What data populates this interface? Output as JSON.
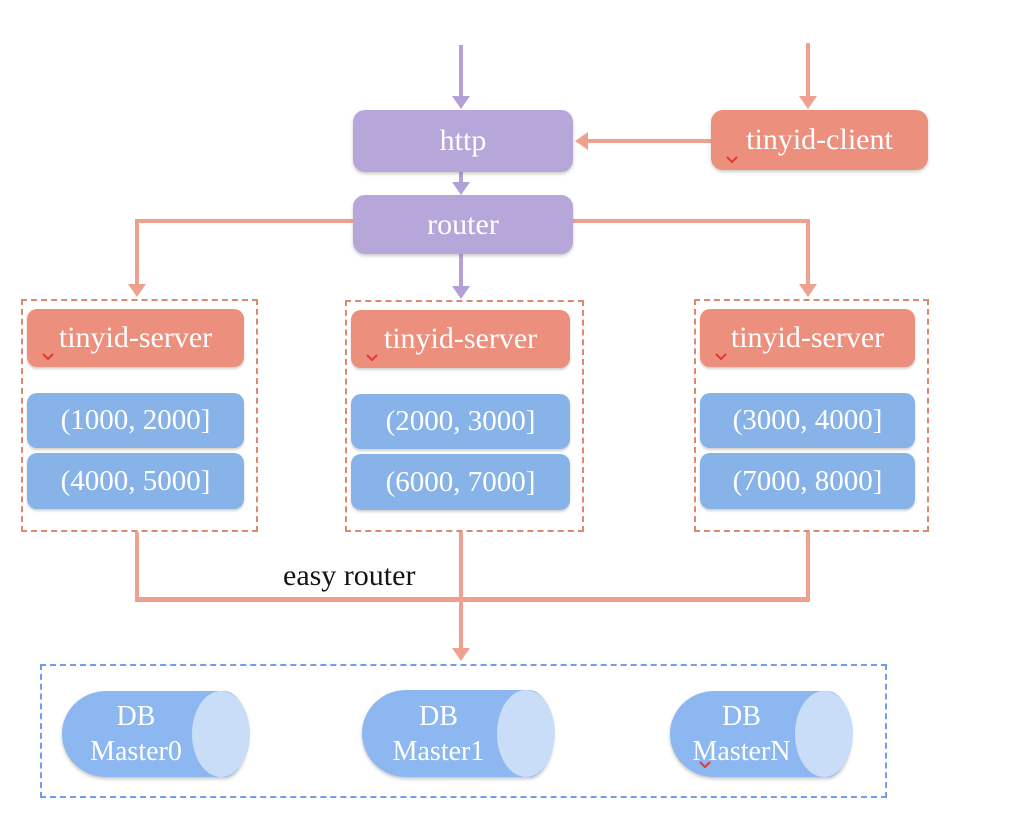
{
  "colors": {
    "purple": "#b7a6d9",
    "purple-arrow": "#b3a0d6",
    "salmon": "#ec8f7d",
    "salmon-arrow": "#efa190",
    "blue-box": "#87b3e9",
    "cyl-body": "#8db7f0",
    "cyl-cap": "#c9ddf8",
    "dash-salmon": "#dd8970",
    "dash-blue": "#6f9feb",
    "squiggle-red": "#e03c2e"
  },
  "nodes": {
    "http": {
      "label": "http"
    },
    "router": {
      "label": "router"
    },
    "client": {
      "label": "tinyid-client"
    }
  },
  "servers": [
    {
      "label": "tinyid-server",
      "ranges": [
        "(1000, 2000]",
        "(4000, 5000]"
      ]
    },
    {
      "label": "tinyid-server",
      "ranges": [
        "(2000, 3000]",
        "(6000, 7000]"
      ]
    },
    {
      "label": "tinyid-server",
      "ranges": [
        "(3000, 4000]",
        "(7000, 8000]"
      ]
    }
  ],
  "labels": {
    "easy_router": "easy router"
  },
  "databases": [
    {
      "line1": "DB",
      "line2": "Master0"
    },
    {
      "line1": "DB",
      "line2": "Master1"
    },
    {
      "line1": "DB",
      "line2": "MasterN"
    }
  ]
}
